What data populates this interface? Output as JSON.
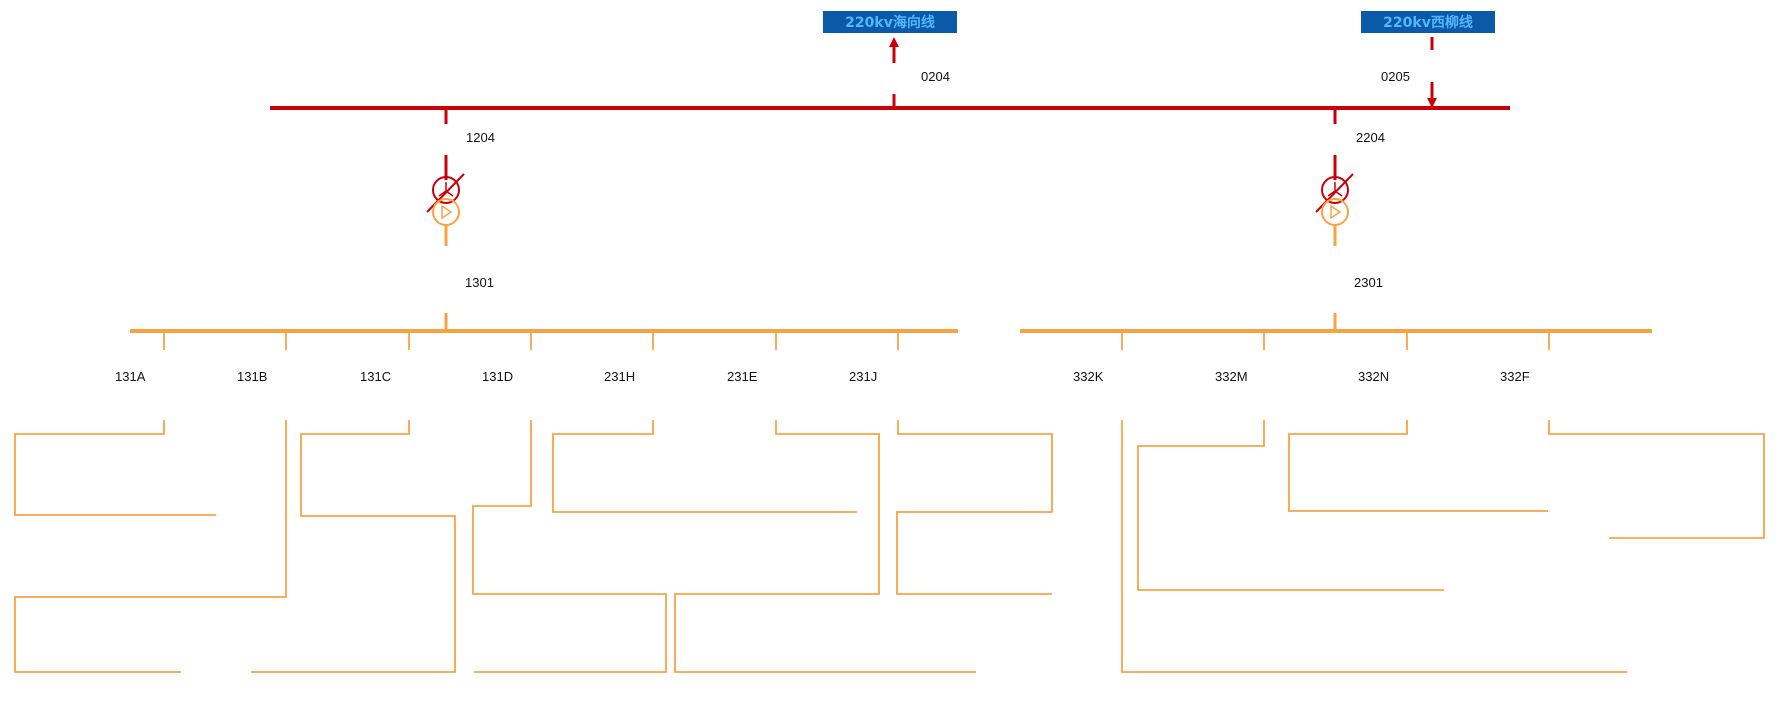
{
  "colors": {
    "hv_bus": "#c8000a",
    "mv_bus": "#f7a343",
    "badge_bg": "#0a5aa8",
    "badge_text": "#56b4ff"
  },
  "incoming_lines": [
    {
      "id": "line-haixiang",
      "name": "220kv海向线",
      "switch": "0204",
      "direction": "out"
    },
    {
      "id": "line-xiliu",
      "name": "220kv西柳线",
      "switch": "0205",
      "direction": "in"
    }
  ],
  "transformers": [
    {
      "id": "t1",
      "hv_switch": "1204",
      "mv_switch": "1301"
    },
    {
      "id": "t2",
      "hv_switch": "2204",
      "mv_switch": "2301"
    }
  ],
  "feeders_left": [
    "131A",
    "131B",
    "131C",
    "131D",
    "231H",
    "231E",
    "231J"
  ],
  "feeders_right": [
    "332K",
    "332M",
    "332N",
    "332F"
  ]
}
